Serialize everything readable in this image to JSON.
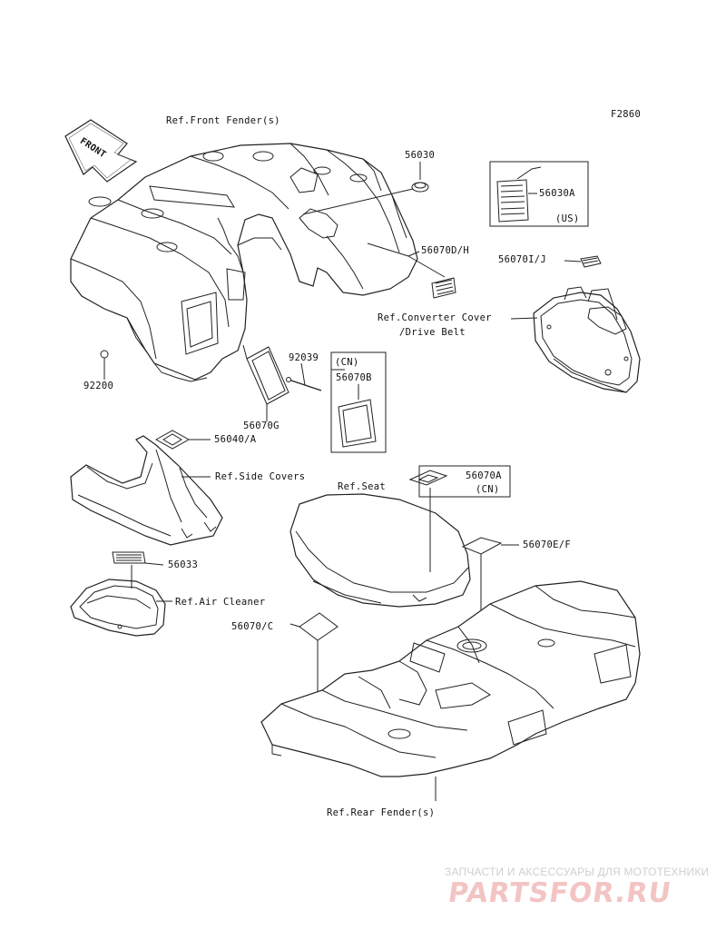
{
  "diagram_code": "F2860",
  "front_arrow": "FRONT",
  "labels": {
    "ref_front_fender": "Ref.Front Fender(s)",
    "p56030": "56030",
    "p56030a": "56030A",
    "us": "(US)",
    "p56070dh": "56070D/H",
    "p56070ij": "56070I/J",
    "ref_converter_cover": "Ref.Converter Cover",
    "drive_belt": "/Drive Belt",
    "p92200": "92200",
    "p92039": "92039",
    "cn_b": "(CN)",
    "p56070b": "56070B",
    "p56070g": "56070G",
    "p56040a": "56040/A",
    "ref_side_covers": "Ref.Side Covers",
    "ref_seat": "Ref.Seat",
    "p56070a": "56070A",
    "cn_a": "(CN)",
    "p56033": "56033",
    "p56070ef": "56070E/F",
    "ref_air_cleaner": "Ref.Air Cleaner",
    "p56070c": "56070/C",
    "ref_rear_fender": "Ref.Rear Fender(s)"
  },
  "watermark": {
    "tagline": "ЗАПЧАСТИ И АКСЕССУАРЫ ДЛЯ МОТОТЕХНИКИ",
    "logo": "PARTSFOR.RU",
    "color": "#e8a0a0"
  }
}
